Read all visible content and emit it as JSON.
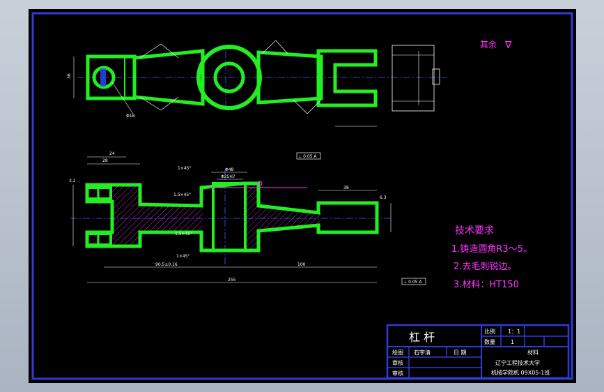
{
  "surface_finish": {
    "label": "其余",
    "symbol": "∇"
  },
  "tech_requirements": {
    "title": "技术要求",
    "items": [
      "1.铸造圆角R3～5。",
      "2.去毛刺锐边。",
      "3.材料：HT150"
    ]
  },
  "title_block": {
    "part_name": "杠 杆",
    "scale_label": "比例",
    "scale_value": "1：1",
    "quantity_label": "数量",
    "quantity_value": "1",
    "material_label": "材料",
    "drawn_label": "绘图",
    "drawn_by": "石宇清",
    "date_label": "日 期",
    "check_label": "审核",
    "review_label": "审核",
    "school": "辽宁工程技术大学",
    "dept": "机械学院机 09X05-1班"
  },
  "dims": {
    "top_phi": "Φ18",
    "top_width": "36",
    "mid_phi1": "Φ48",
    "mid_phi2": "Φ25H7",
    "chamfer1": "1×45°",
    "chamfer2": "1.5×45°",
    "chamfer3": "1.5×45°",
    "chamfer4": "1×45°",
    "len1": "90.5±0.16",
    "len2": "100",
    "total": "255",
    "left_w": "24",
    "left_w2": "28",
    "right_len": "38",
    "rough1": "3.2",
    "rough2": "6.3",
    "tol1": "⊥ 0.05 A",
    "tol2": "⊥ 0.05 A",
    "datum": "A"
  }
}
